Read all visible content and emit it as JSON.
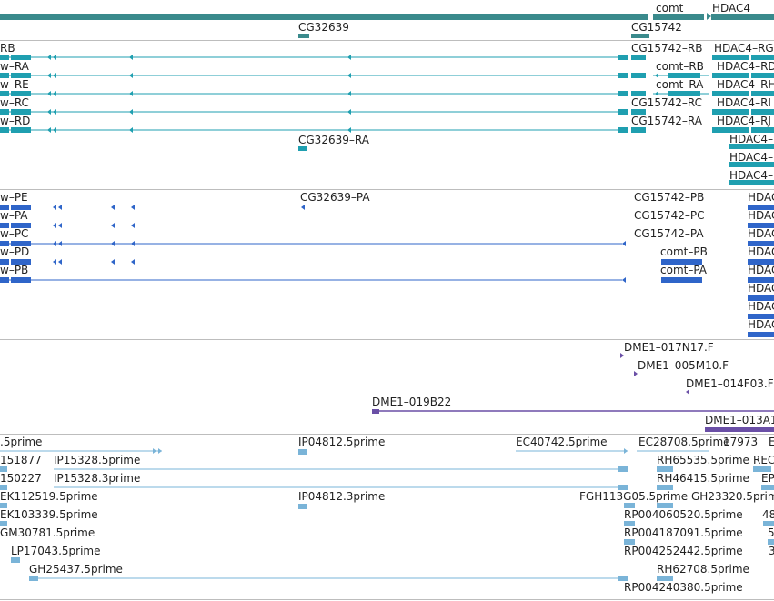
{
  "colors": {
    "gene": "#3a8a8c",
    "transcript": "#1f9fb0",
    "protein": "#2f65c9",
    "bac": "#6a4fa6",
    "est": "#7ab4d8",
    "separator": "#bdbdbd"
  },
  "tracks": [
    {
      "name": "gene-track",
      "color_key": "gene",
      "features": [
        {
          "label": "comt",
          "interactable": true
        },
        {
          "label": "HDAC4",
          "interactable": true
        },
        {
          "label": "CG32639",
          "interactable": true
        },
        {
          "label": "CG15742",
          "interactable": true
        }
      ]
    },
    {
      "name": "transcript-track",
      "color_key": "transcript",
      "features": [
        {
          "label": "RB"
        },
        {
          "label": "w–RA"
        },
        {
          "label": "w–RE"
        },
        {
          "label": "w–RC"
        },
        {
          "label": "w–RD"
        },
        {
          "label": "CG32639–RA"
        },
        {
          "label": "CG15742–RB"
        },
        {
          "label": "CG15742–RC"
        },
        {
          "label": "CG15742–RA"
        },
        {
          "label": "comt–RB"
        },
        {
          "label": "comt–RA"
        },
        {
          "label": "HDAC4–RG"
        },
        {
          "label": "HDAC4–RD"
        },
        {
          "label": "HDAC4–RH"
        },
        {
          "label": "HDAC4–RI"
        },
        {
          "label": "HDAC4–RJ"
        },
        {
          "label": "HDAC4–"
        },
        {
          "label": "HDAC4–"
        },
        {
          "label": "HDAC4–"
        }
      ]
    },
    {
      "name": "protein-track",
      "color_key": "protein",
      "features": [
        {
          "label": "w–PE"
        },
        {
          "label": "w–PA"
        },
        {
          "label": "w–PC"
        },
        {
          "label": "w–PD"
        },
        {
          "label": "w–PB"
        },
        {
          "label": "CG32639–PA"
        },
        {
          "label": "CG15742–PB"
        },
        {
          "label": "CG15742–PC"
        },
        {
          "label": "CG15742–PA"
        },
        {
          "label": "comt–PB"
        },
        {
          "label": "comt–PA"
        },
        {
          "label": "HDAC"
        },
        {
          "label": "HDAC"
        },
        {
          "label": "HDAC"
        },
        {
          "label": "HDAC"
        },
        {
          "label": "HDAC"
        },
        {
          "label": "HDAC"
        },
        {
          "label": "HDAC"
        },
        {
          "label": "HDAC"
        }
      ]
    },
    {
      "name": "bac-track",
      "color_key": "bac",
      "features": [
        {
          "label": "DME1–017N17.F"
        },
        {
          "label": "DME1–005M10.F"
        },
        {
          "label": "DME1–014F03.F"
        },
        {
          "label": "DME1–019B22"
        },
        {
          "label": "DME1–013A1"
        }
      ]
    },
    {
      "name": "est-track",
      "color_key": "est",
      "features": [
        {
          "label": ".5prime"
        },
        {
          "label": "151877"
        },
        {
          "label": "IP15328.5prime"
        },
        {
          "label": "150227"
        },
        {
          "label": "IP15328.3prime"
        },
        {
          "label": "EK112519.5prime"
        },
        {
          "label": "EK103339.5prime"
        },
        {
          "label": "GM30781.5prime"
        },
        {
          "label": "LP17043.5prime"
        },
        {
          "label": "GH25437.5prime"
        },
        {
          "label": "IP04812.5prime"
        },
        {
          "label": "IP04812.3prime"
        },
        {
          "label": "EC40742.5prime"
        },
        {
          "label": "FGH113G05.5prime"
        },
        {
          "label": "EC28708.5prime"
        },
        {
          "label": "17973"
        },
        {
          "label": "E"
        },
        {
          "label": "RH65535.5prime"
        },
        {
          "label": "REC"
        },
        {
          "label": "RH46415.5prime"
        },
        {
          "label": "EP"
        },
        {
          "label": "GH23320.5prime"
        },
        {
          "label": "RP004060520.5prime"
        },
        {
          "label": "48"
        },
        {
          "label": "RP004187091.5prime"
        },
        {
          "label": "5"
        },
        {
          "label": "RP004252442.5prime"
        },
        {
          "label": "3"
        },
        {
          "label": "RH62708.5prime"
        },
        {
          "label": "RP004240380.5prime"
        }
      ]
    }
  ]
}
